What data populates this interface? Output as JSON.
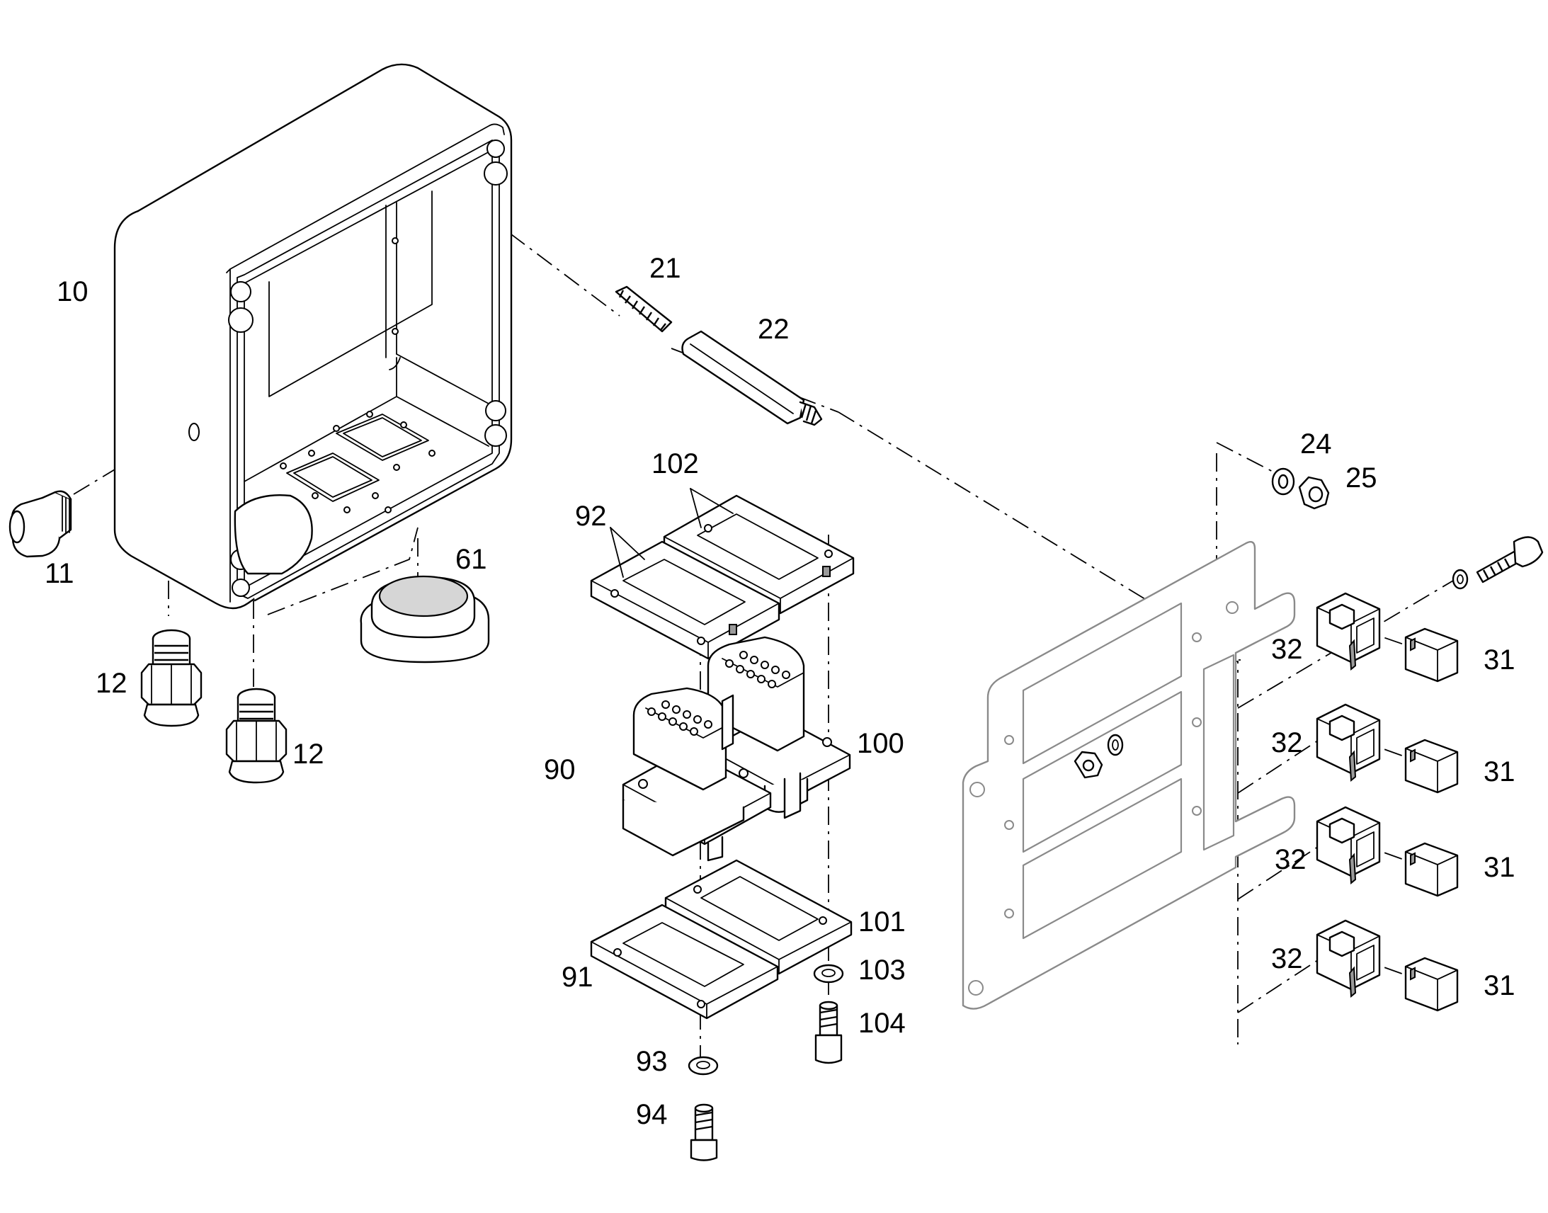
{
  "diagram": {
    "labels": {
      "enclosure": "10",
      "plug": "11",
      "gland_left": "12",
      "gland_right": "12",
      "stud": "21",
      "spacer": "22",
      "washer": "24",
      "nut": "25",
      "relay_1": "31",
      "relay_2": "31",
      "relay_3": "31",
      "relay_4": "31",
      "socket_1": "32",
      "socket_2": "32",
      "socket_3": "32",
      "socket_4": "32",
      "grommet": "61",
      "connector": "90",
      "lower_gasket": "91",
      "upper_gasket": "92",
      "lower_washer": "93",
      "lower_screw": "94",
      "connector_2": "100",
      "lower_gasket_2": "101",
      "upper_gasket_2": "102",
      "washer_2": "103",
      "screw_2": "104"
    }
  }
}
